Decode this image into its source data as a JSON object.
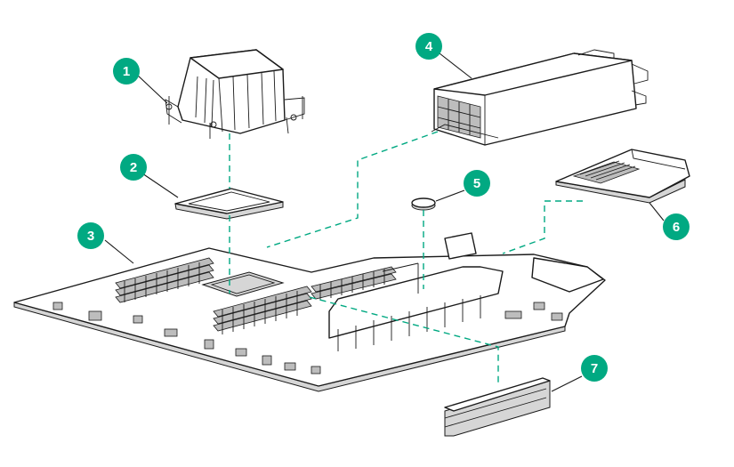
{
  "diagram": {
    "accent_color": "#01a982",
    "guide_color": "#01a982",
    "callouts": [
      {
        "label": "1",
        "component_icon": "heatsink-icon"
      },
      {
        "label": "2",
        "component_icon": "processor-icon"
      },
      {
        "label": "3",
        "component_icon": "system-board-icon"
      },
      {
        "label": "4",
        "component_icon": "power-supply-icon"
      },
      {
        "label": "5",
        "component_icon": "system-battery-icon"
      },
      {
        "label": "6",
        "component_icon": "mezzanine-card-icon"
      },
      {
        "label": "7",
        "component_icon": "dimm-icon"
      }
    ]
  }
}
